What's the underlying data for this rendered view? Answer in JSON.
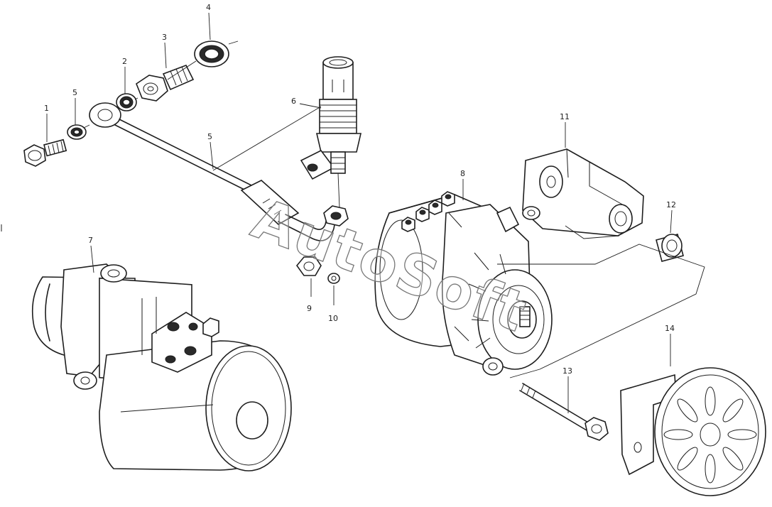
{
  "watermark": "AutoSoft",
  "callouts": {
    "c1": "1",
    "c2": "2",
    "c3": "3",
    "c4": "4",
    "c5": "5",
    "c5b": "5",
    "c6": "6",
    "c7": "7",
    "c8": "8",
    "c9": "9",
    "c10": "10",
    "c11": "11",
    "c12": "12",
    "c13": "13",
    "c14": "14"
  }
}
